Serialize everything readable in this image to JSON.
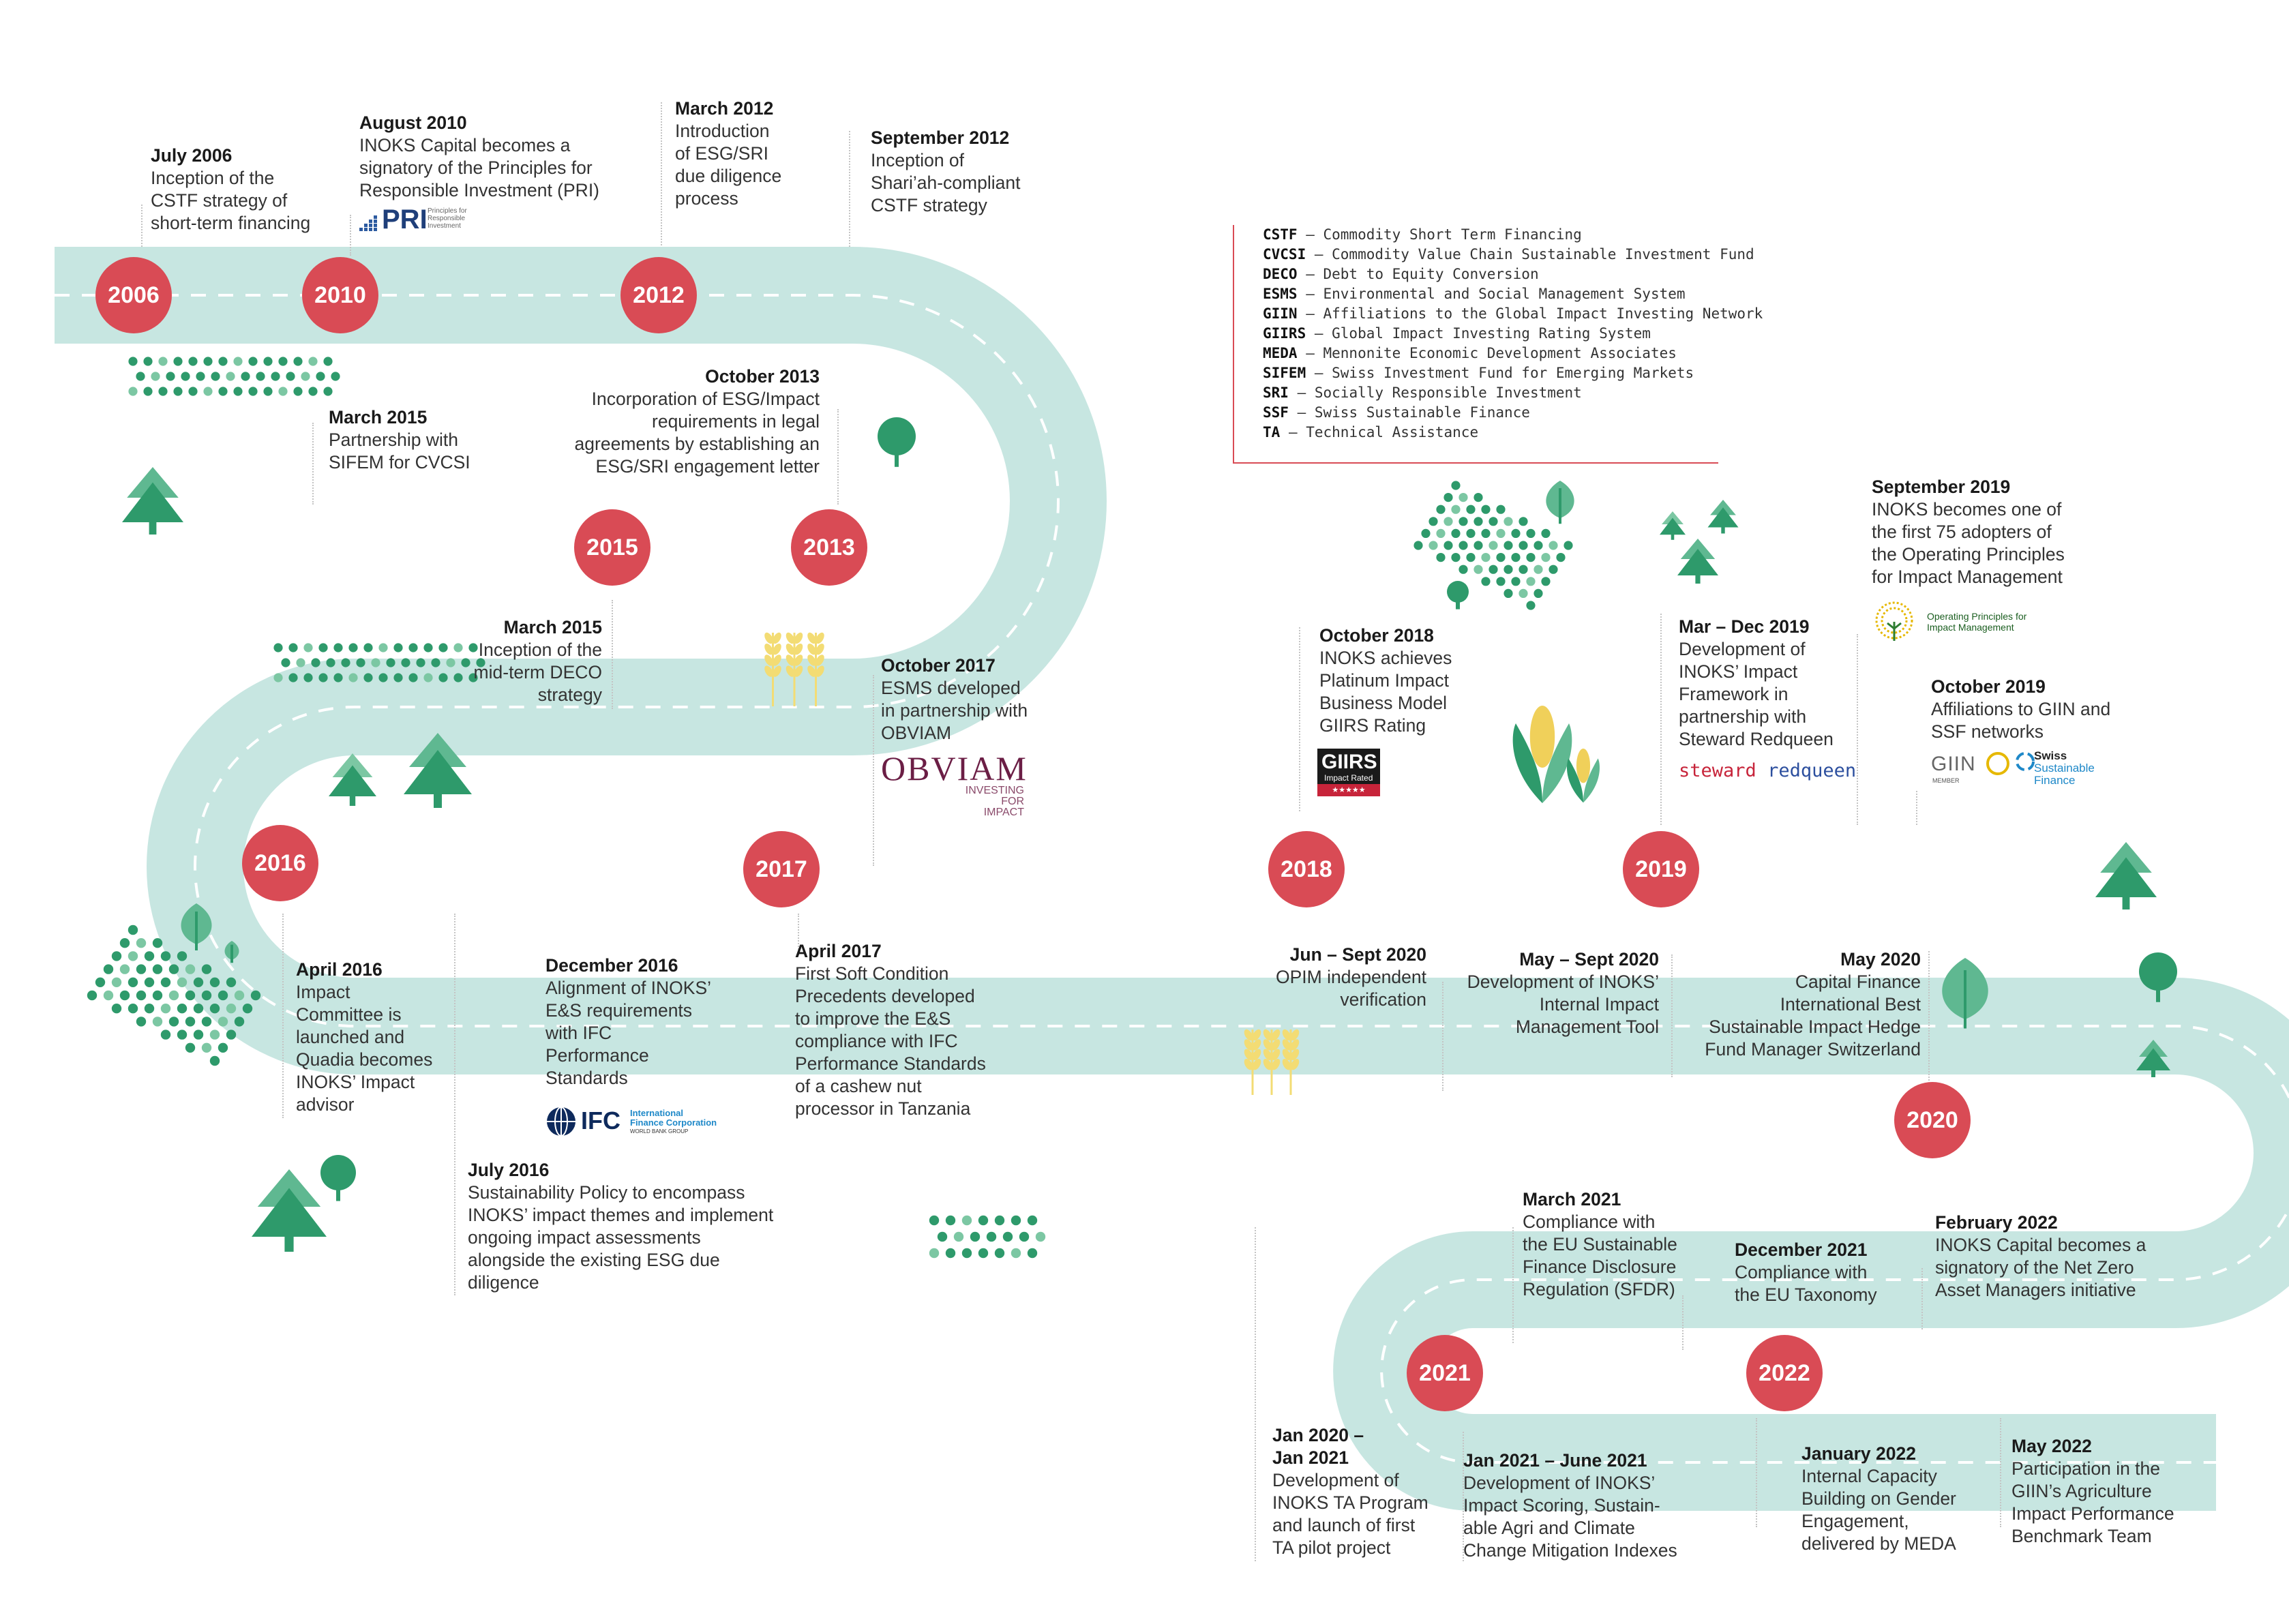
{
  "years": [
    "2006",
    "2010",
    "2012",
    "2015",
    "2013",
    "2016",
    "2017",
    "2018",
    "2019",
    "2020",
    "2021",
    "2022"
  ],
  "events": {
    "e2006_jul": {
      "title": "July 2006",
      "body": "Inception of the\nCSTF strategy of\nshort-term financing"
    },
    "e2010_aug": {
      "title": "August 2010",
      "body": "INOKS Capital becomes a\nsignatory of the Principles for\nResponsible Investment (PRI)"
    },
    "e2012_mar": {
      "title": "March 2012",
      "body": "Introduction\nof ESG/SRI\ndue diligence\nprocess"
    },
    "e2012_sep": {
      "title": "September 2012",
      "body": "Inception of\nShari’ah-compliant\nCSTF strategy"
    },
    "e2013_oct": {
      "title": "October 2013",
      "body": "Incorporation of ESG/Impact\nrequirements in legal\nagreements by establishing an\nESG/SRI engagement letter"
    },
    "e2015_mar_a": {
      "title": "March 2015",
      "body": "Partnership with\nSIFEM for CVCSI"
    },
    "e2015_mar_b": {
      "title": "March 2015",
      "body": "Inception of the\nmid-term DECO\nstrategy"
    },
    "e2017_oct": {
      "title": "October 2017",
      "body": "ESMS developed\nin partnership with\nOBVIAM"
    },
    "e2018_oct": {
      "title": "October 2018",
      "body": "INOKS achieves\nPlatinum Impact\nBusiness Model\nGIIRS Rating"
    },
    "e2019_mar": {
      "title": "Mar – Dec 2019",
      "body": "Development of\nINOKS’ Impact\nFramework in\npartnership with\nSteward Redqueen"
    },
    "e2019_sep": {
      "title": "September 2019",
      "body": "INOKS becomes one of\nthe first 75 adopters of\nthe Operating Principles\nfor Impact Management"
    },
    "e2019_oct": {
      "title": "October 2019",
      "body": "Affiliations to GIIN and\nSSF networks"
    },
    "e2016_apr": {
      "title": "April 2016",
      "body": "Impact\nCommittee is\nlaunched and\nQuadia becomes\nINOKS’ Impact\nadvisor"
    },
    "e2016_jul": {
      "title": "July 2016",
      "body": "Sustainability Policy to encompass\nINOKS’ impact themes and implement\nongoing impact assessments\nalongside the existing ESG due\ndiligence"
    },
    "e2016_dec": {
      "title": "December 2016",
      "body": "Alignment of INOKS’\nE&S requirements\nwith IFC\nPerformance\nStandards"
    },
    "e2017_apr": {
      "title": "April 2017",
      "body": "First Soft Condition\nPrecedents developed\nto improve the E&S\ncompliance with IFC\nPerformance Standards\nof a cashew nut\nprocessor in Tanzania"
    },
    "e2020_jun": {
      "title": "Jun – Sept 2020",
      "body": "OPIM independent\nverification"
    },
    "e2020_may_a": {
      "title": "May – Sept 2020",
      "body": "Development of INOKS’\nInternal Impact\nManagement Tool"
    },
    "e2020_may_b": {
      "title": "May 2020",
      "body": "Capital Finance\nInternational Best\nSustainable Impact Hedge\nFund Manager Switzerland"
    },
    "e2021_mar": {
      "title": "March 2021",
      "body": "Compliance with\nthe EU Sustainable\nFinance Disclosure\nRegulation (SFDR)"
    },
    "e2021_dec": {
      "title": "December 2021",
      "body": "Compliance with\nthe EU Taxonomy"
    },
    "e2022_feb": {
      "title": "February 2022",
      "body": "INOKS Capital becomes a\nsignatory of the Net Zero\nAsset Managers initiative"
    },
    "e2020_jan": {
      "title": "Jan 2020 –\nJan 2021",
      "body": "Development of\nINOKS TA Program\nand launch of first\nTA pilot project"
    },
    "e2021_jan": {
      "title": "Jan 2021 – June 2021",
      "body": "Development of INOKS’\nImpact Scoring, Sustain-\nable Agri and Climate\nChange Mitigation Indexes"
    },
    "e2022_jan": {
      "title": "January 2022",
      "body": "Internal Capacity\nBuilding on Gender\nEngagement,\ndelivered by MEDA"
    },
    "e2022_may": {
      "title": "May 2022",
      "body": "Participation in the\nGIIN’s Agriculture\nImpact Performance\nBenchmark Team"
    }
  },
  "glossary": [
    {
      "abbr": "CSTF",
      "def": " – Commodity Short Term Financing"
    },
    {
      "abbr": "CVCSI",
      "def": " – Commodity Value Chain Sustainable Investment Fund"
    },
    {
      "abbr": "DECO",
      "def": " – Debt to Equity Conversion"
    },
    {
      "abbr": "ESMS",
      "def": " – Environmental and Social Management System"
    },
    {
      "abbr": "GIIN",
      "def": " – Affiliations to the Global Impact Investing Network"
    },
    {
      "abbr": "GIIRS",
      "def": " – Global Impact Investing Rating System"
    },
    {
      "abbr": "MEDA",
      "def": " – Mennonite Economic Development Associates"
    },
    {
      "abbr": "SIFEM",
      "def": " – Swiss Investment Fund for Emerging Markets"
    },
    {
      "abbr": "SRI",
      "def": " – Socially Responsible Investment"
    },
    {
      "abbr": "SSF",
      "def": " – Swiss Sustainable Finance"
    },
    {
      "abbr": "TA",
      "def": " – Technical Assistance"
    }
  ],
  "logos": {
    "pri": {
      "main": "PRI",
      "sub1": "Principles for",
      "sub2": "Responsible",
      "sub3": "Investment"
    },
    "obviam": {
      "main": "OBVIAM",
      "sub1": "INVESTING",
      "sub2": "FOR",
      "sub3": "IMPACT"
    },
    "giirs": {
      "main": "GIIRS",
      "sub": "Impact Rated"
    },
    "steward": {
      "a": "steward",
      "b": "redqueen"
    },
    "opim": {
      "line1": "Operating Principles for",
      "line2": "Impact Management"
    },
    "giin": {
      "main": "GIIN",
      "sub": "MEMBER"
    },
    "ssf": {
      "line1": "Swiss",
      "line2": "Sustainable",
      "line3": "Finance"
    },
    "ifc": {
      "main": "IFC",
      "line1": "International",
      "line2": "Finance Corporation",
      "line3": "WORLD BANK GROUP"
    }
  },
  "colors": {
    "road": "#c7e6e1",
    "accent": "#d94b55",
    "tree": "#2e9a6b",
    "tree_light": "#7cc7a3",
    "wheat": "#f3dc74"
  }
}
